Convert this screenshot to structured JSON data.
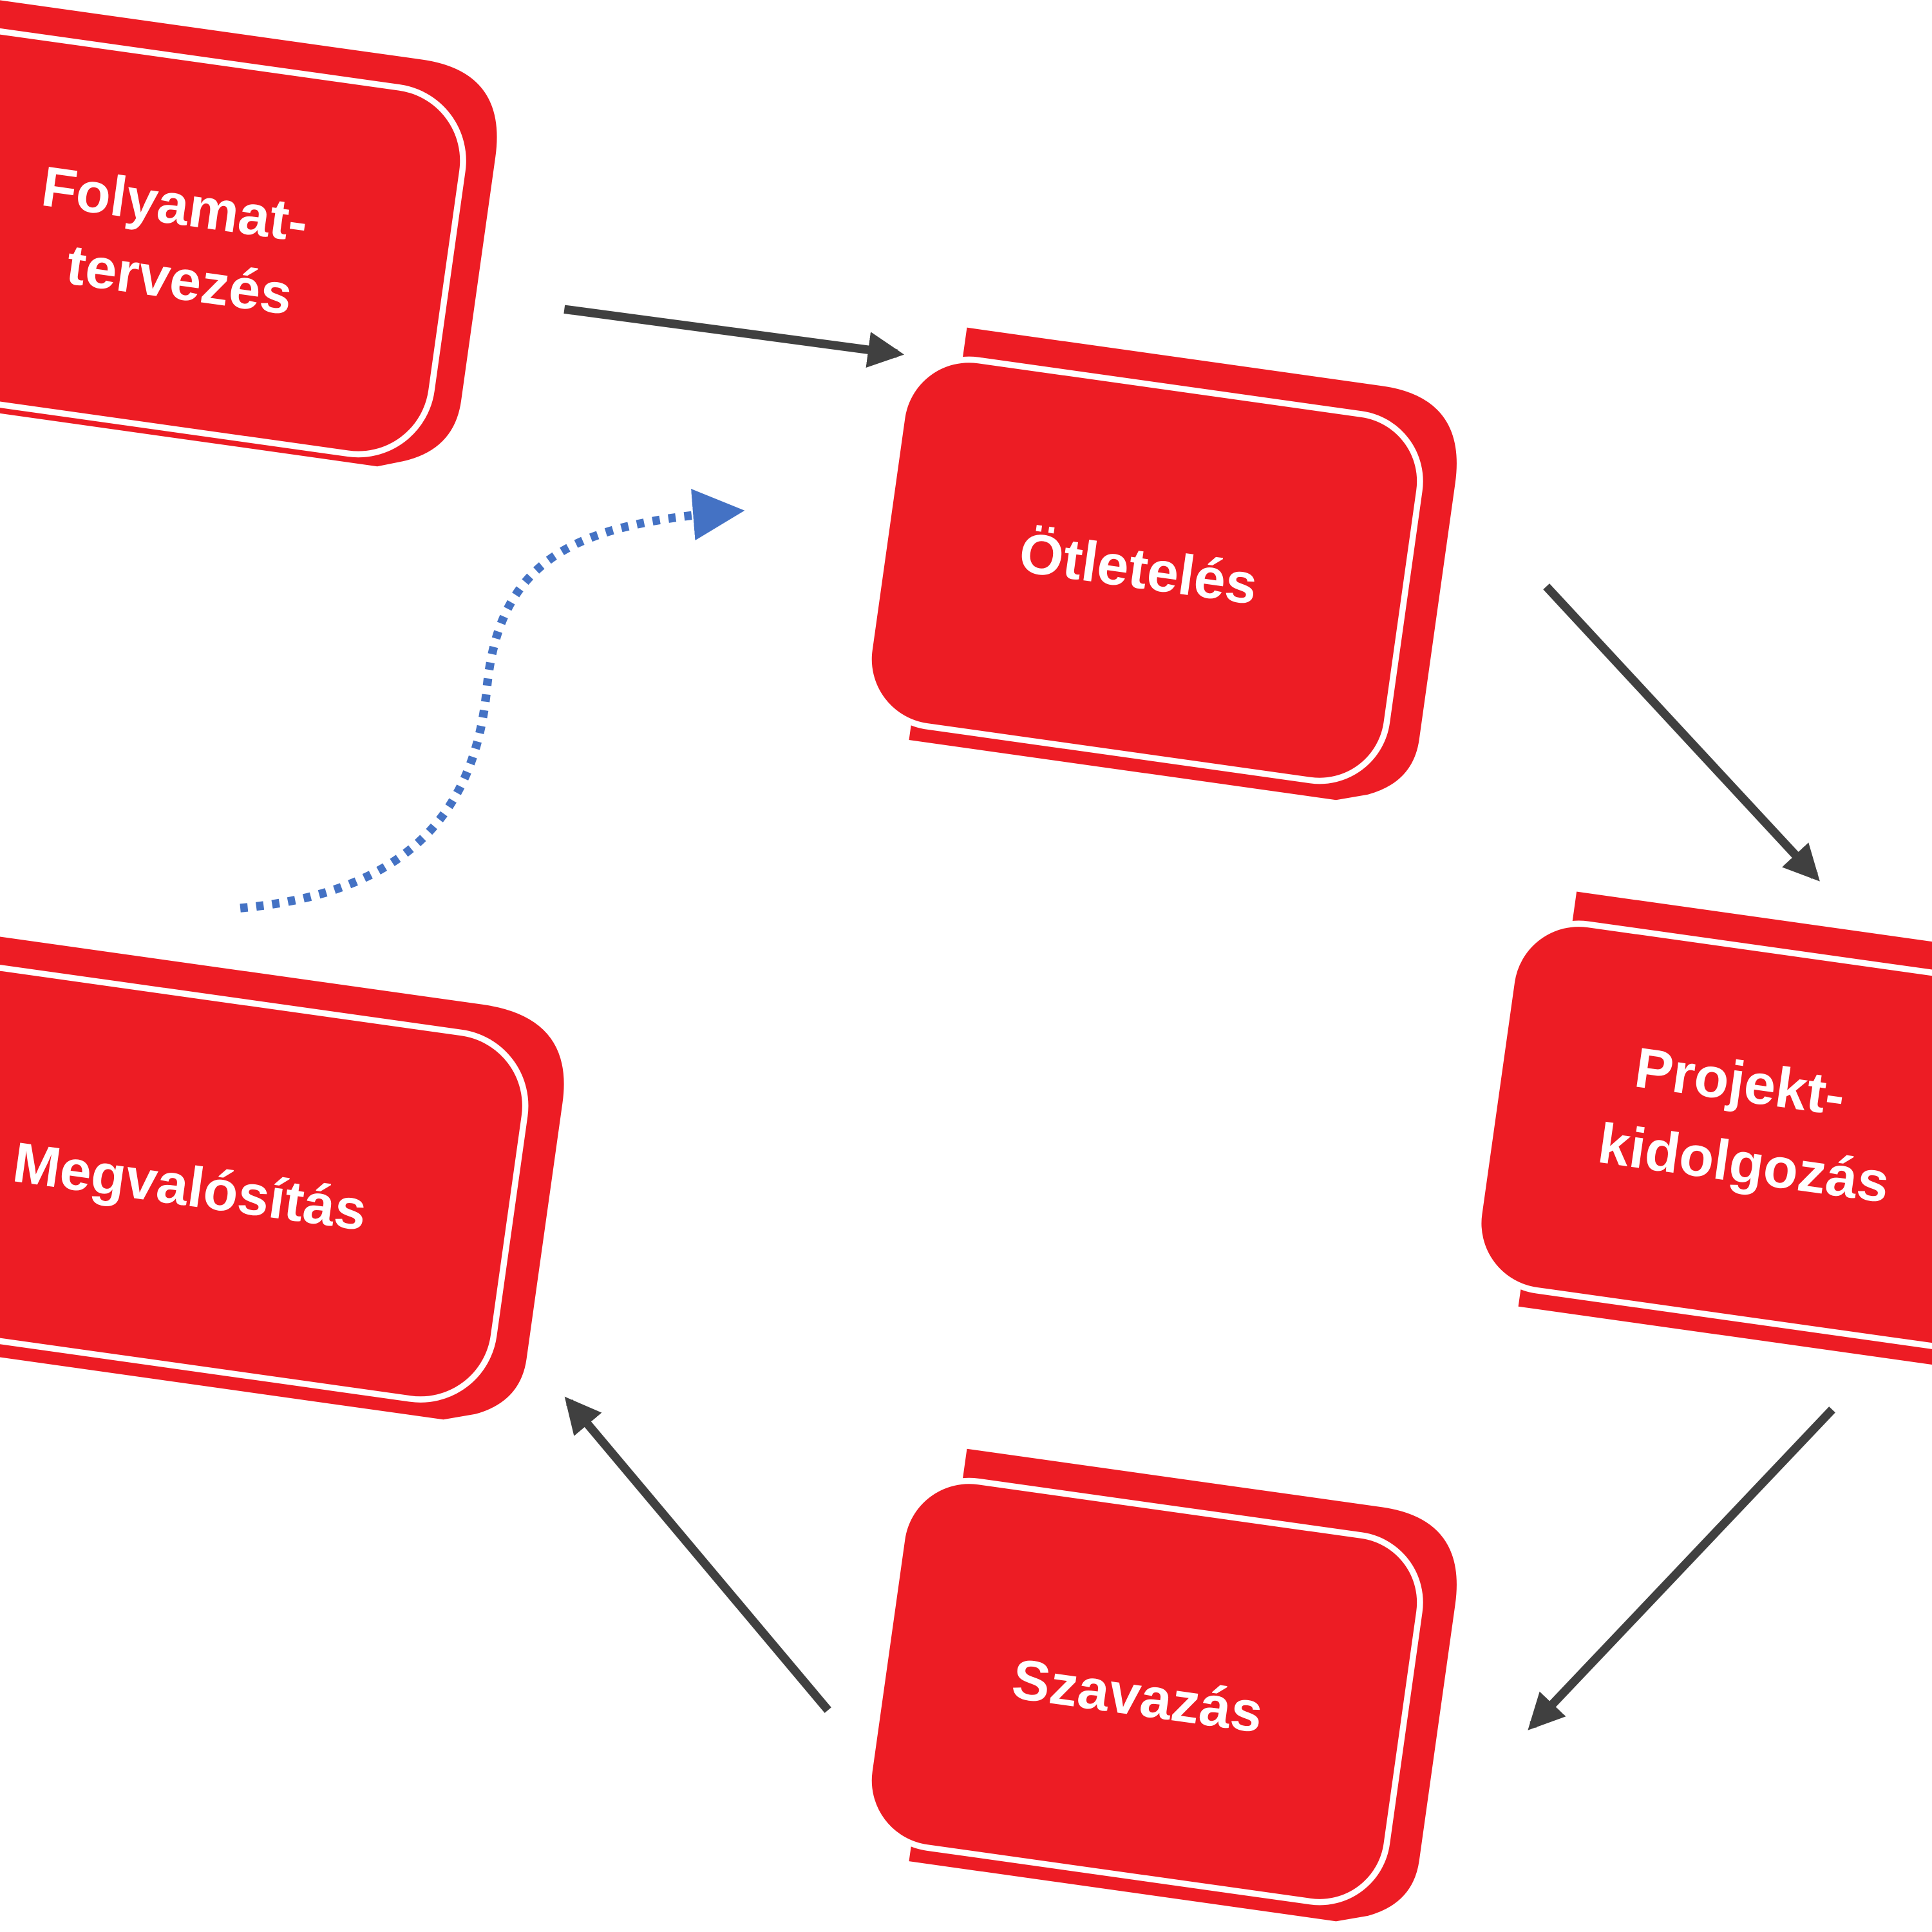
{
  "diagram": {
    "colors": {
      "box_face": "#ED1C24",
      "box_side": "#ED1C24",
      "box_inner_edge": "#FFFFFF",
      "text": "#FFFFFF",
      "arrow": "#404040",
      "loop_arrow": "#4472C4"
    },
    "steps": [
      {
        "id": "folyamattervezes",
        "lines": [
          "Folyamat-",
          "tervezés"
        ]
      },
      {
        "id": "otleteles",
        "lines": [
          "Ötletelés"
        ]
      },
      {
        "id": "projektkidolgozas",
        "lines": [
          "Projekt-",
          "kidolgozás"
        ]
      },
      {
        "id": "szavazas",
        "lines": [
          "Szavazás"
        ]
      },
      {
        "id": "megvalositas",
        "lines": [
          "Megvalósítás"
        ]
      }
    ],
    "connections": [
      {
        "from": "folyamattervezes",
        "to": "otleteles",
        "style": "solid"
      },
      {
        "from": "otleteles",
        "to": "projektkidolgozas",
        "style": "solid"
      },
      {
        "from": "projektkidolgozas",
        "to": "szavazas",
        "style": "solid"
      },
      {
        "from": "szavazas",
        "to": "megvalositas",
        "style": "solid"
      },
      {
        "from": "megvalositas",
        "to": "otleteles",
        "style": "dotted"
      }
    ]
  }
}
